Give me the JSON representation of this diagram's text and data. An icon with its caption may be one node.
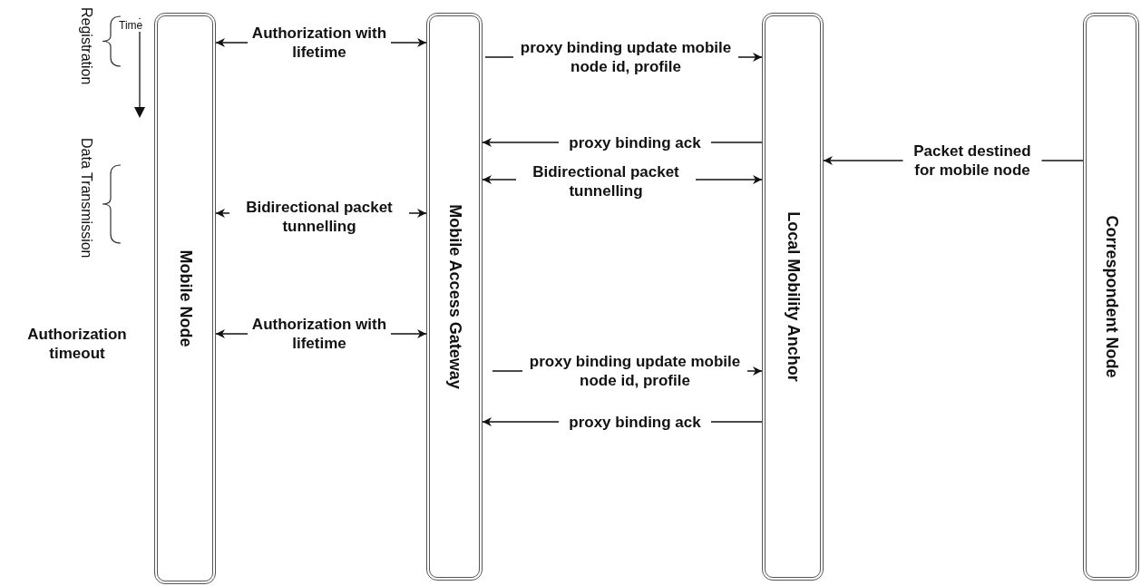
{
  "diagram": {
    "nodes": [
      {
        "text": [
          "Mobile Node"
        ]
      },
      {
        "text": [
          "Mobile Access Gateway"
        ]
      },
      {
        "text": [
          "Local Mobility Anchor"
        ]
      },
      {
        "text": [
          "Correspondent Node"
        ]
      }
    ],
    "edges": [
      {
        "from": 0,
        "to": 1,
        "arrow": "both",
        "label": "Authorization with lifetime"
      },
      {
        "from": 1,
        "to": 2,
        "arrow": "to",
        "label": "proxy binding update mobile node id, profile"
      },
      {
        "from": 2,
        "to": 1,
        "arrow": "to",
        "label": "proxy binding ack"
      },
      {
        "from": 3,
        "to": 2,
        "arrow": "to",
        "label": "Packet destined for mobile node"
      },
      {
        "from": 1,
        "to": 2,
        "arrow": "both",
        "label": "Bidirectional packet tunnelling"
      },
      {
        "from": 0,
        "to": 1,
        "arrow": "both",
        "label": "Bidirectional packet tunnelling"
      },
      {
        "from": 0,
        "to": 1,
        "arrow": "both",
        "label": "Authorization with lifetime"
      },
      {
        "from": 1,
        "to": 2,
        "arrow": "to",
        "label": "proxy binding update mobile node id, profile"
      },
      {
        "from": 2,
        "to": 1,
        "arrow": "to",
        "label": "proxy binding ack"
      }
    ],
    "labels": [
      "Registration",
      "Time",
      "Data Transmission",
      "Authorization timeout"
    ]
  }
}
